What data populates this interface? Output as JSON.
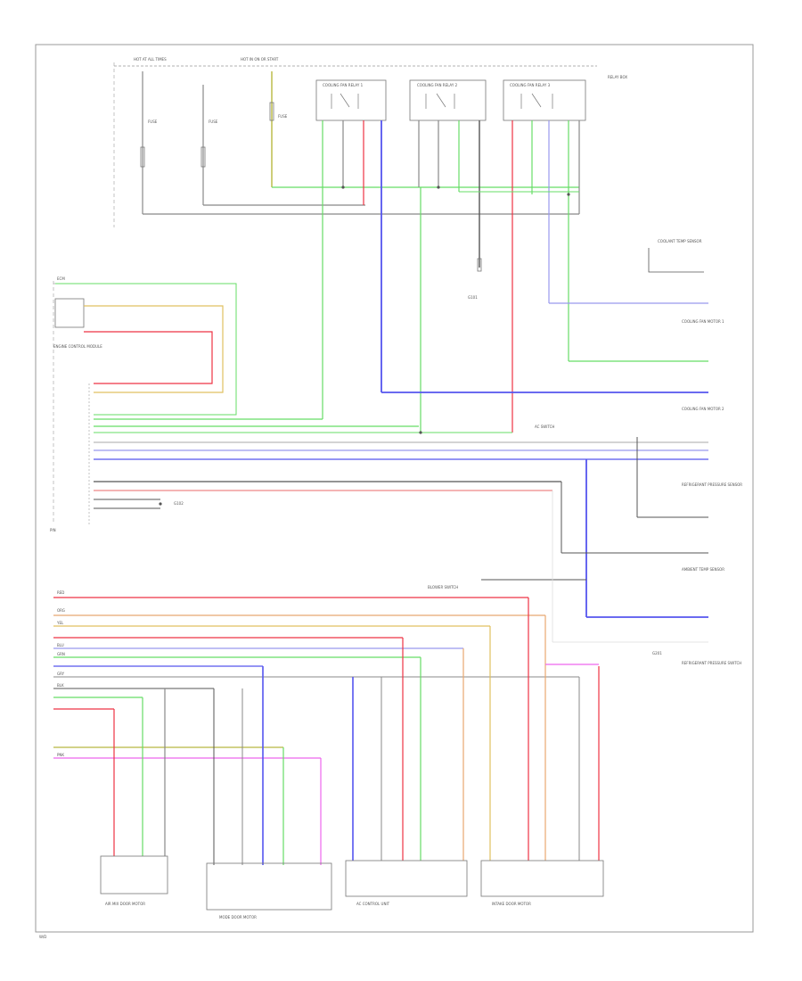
{
  "colors": {
    "green": "#66dd66",
    "blue": "#5555ee",
    "red": "#ee3344",
    "yellow": "#e0c060",
    "orange": "#e8a870",
    "pink": "#ee66ee",
    "gray": "#888888",
    "darkgray": "#555555",
    "olive": "#b8b840",
    "lightblue": "#9999ee",
    "lightred": "#ee8888"
  },
  "labels": {
    "hot_run": "HOT AT ALL TIMES",
    "hot_start": "HOT IN ON OR START",
    "fuse_a": "FUSE",
    "fuse_b": "FUSE",
    "fuse_c": "FUSE",
    "relay_1": "COOLING FAN RELAY 1",
    "relay_2": "COOLING FAN RELAY 2",
    "relay_3": "COOLING FAN RELAY 3",
    "relay_box": "RELAY BOX",
    "ecm_top": "ECM",
    "ecm": "ENGINE CONTROL MODULE",
    "pin": "PIN",
    "ground_1": "G101",
    "ground_2": "G102",
    "ground_3": "G201",
    "fan_motor_1": "COOLING FAN MOTOR 1",
    "fan_motor_2": "COOLING FAN MOTOR 2",
    "sensor_1": "COOLANT TEMP SENSOR",
    "sensor_2": "REFRIGERANT PRESSURE SENSOR",
    "sensor_3": "AMBIENT TEMP SENSOR",
    "sensor_4": "REFRIGERANT PRESSURE SWITCH",
    "switch_1": "AC SWITCH",
    "switch_2": "BLOWER SWITCH",
    "module_1": "AIR MIX DOOR MOTOR",
    "module_2": "MODE DOOR MOTOR",
    "module_3": "AC CONTROL UNIT",
    "module_4": "INTAKE DOOR MOTOR",
    "wire_1": "YEL",
    "wire_2": "RED",
    "wire_3": "GRN",
    "wire_4": "BLU",
    "wire_5": "GRY",
    "wire_6": "PNK",
    "wire_7": "ORG",
    "wire_8": "BLK",
    "corner": "W/D"
  }
}
